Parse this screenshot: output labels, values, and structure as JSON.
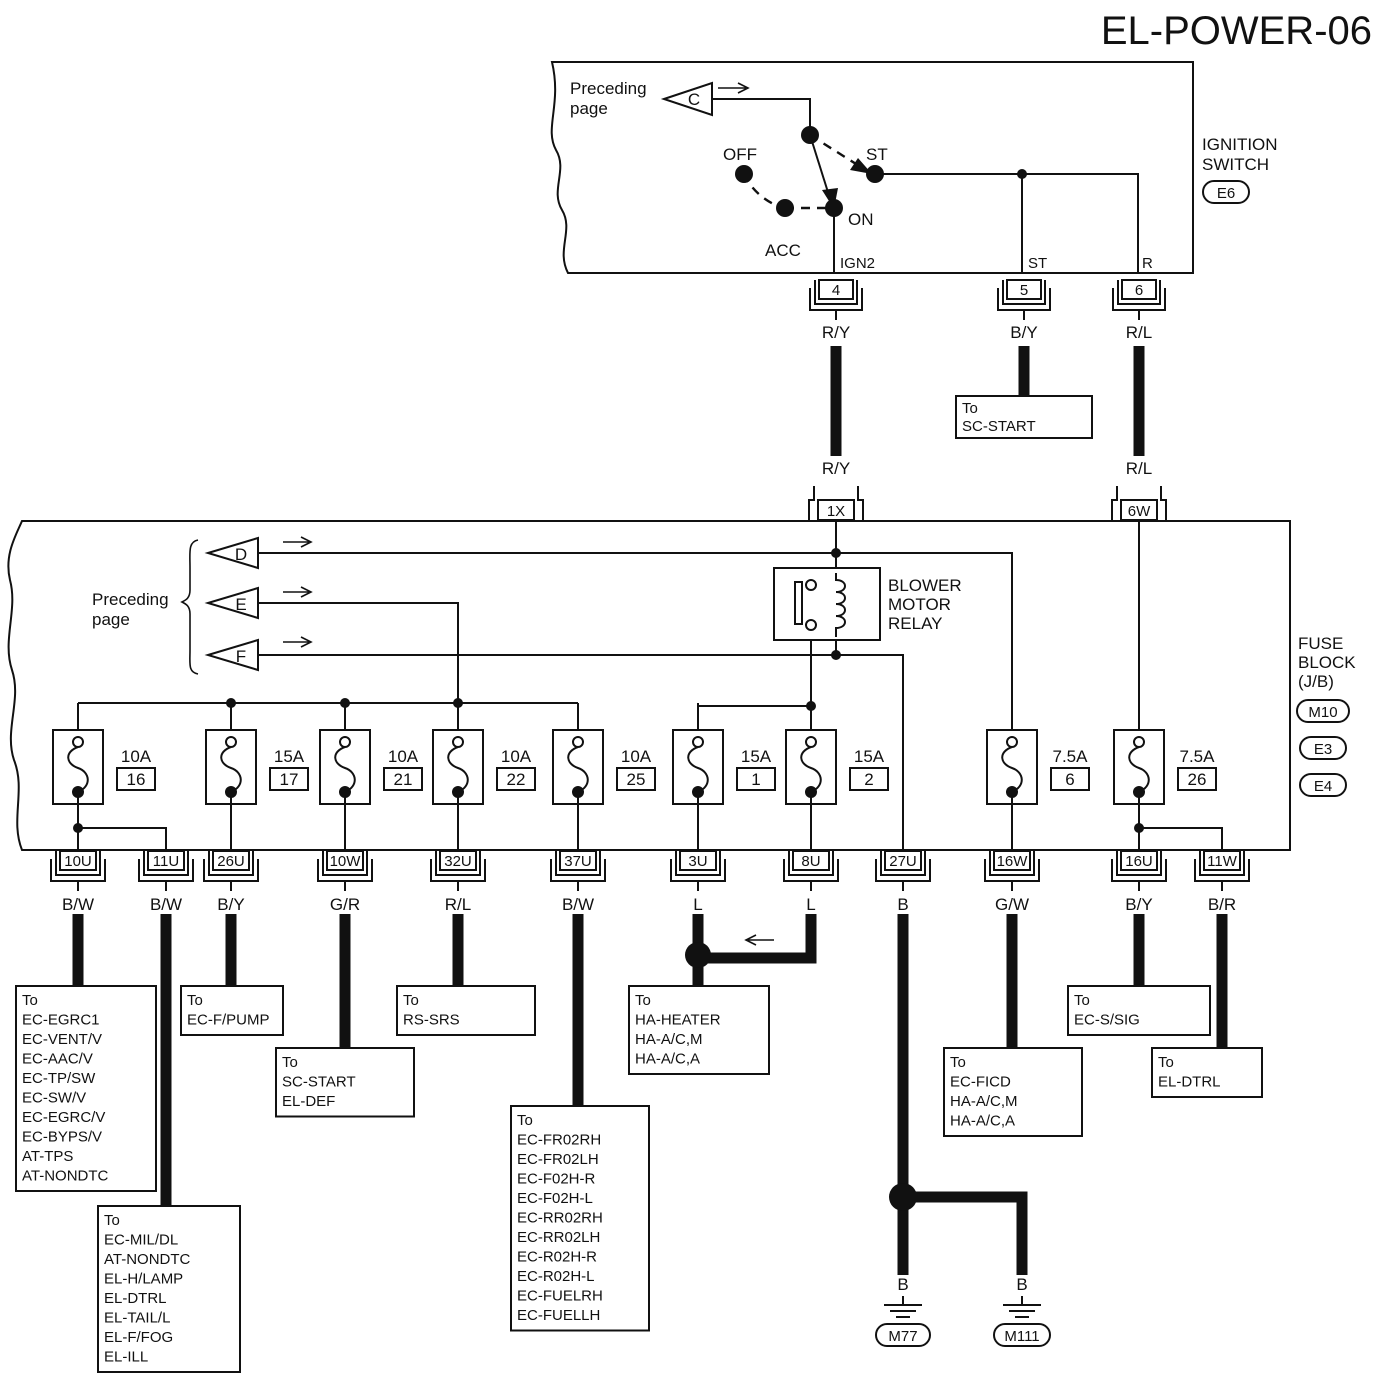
{
  "title": "EL-POWER-06",
  "ignition_switch": {
    "label_line1": "IGNITION",
    "label_line2": "SWITCH",
    "connector": "E6",
    "preceding_line1": "Preceding",
    "preceding_line2": "page",
    "link": "C",
    "positions": {
      "off": "OFF",
      "st": "ST",
      "on": "ON",
      "acc": "ACC"
    },
    "terminals": [
      {
        "id": "ign2",
        "label": "IGN2",
        "pin": "4",
        "wire_color": "R/Y"
      },
      {
        "id": "st",
        "label": "ST",
        "pin": "5",
        "wire_color": "B/Y"
      },
      {
        "id": "r",
        "label": "R",
        "pin": "6",
        "wire_color": "R/L"
      }
    ]
  },
  "to_sc_start": {
    "to": "To",
    "lines": [
      "SC-START"
    ]
  },
  "fuse_block_inputs": [
    {
      "id": "in1",
      "connector": "1X",
      "wire_color": "R/Y"
    },
    {
      "id": "in2",
      "connector": "6W",
      "wire_color": "R/L"
    }
  ],
  "fuse_block": {
    "label_line1": "FUSE",
    "label_line2": "BLOCK",
    "label_line3": "(J/B)",
    "connectors": [
      "M10",
      "E3",
      "E4"
    ],
    "preceding_line1": "Preceding",
    "preceding_line2": "page",
    "links": [
      "D",
      "E",
      "F"
    ]
  },
  "relay": {
    "line1": "BLOWER",
    "line2": "MOTOR",
    "line3": "RELAY"
  },
  "fuses": [
    {
      "amp": "10A",
      "num": "16"
    },
    {
      "amp": "15A",
      "num": "17"
    },
    {
      "amp": "10A",
      "num": "21"
    },
    {
      "amp": "10A",
      "num": "22"
    },
    {
      "amp": "10A",
      "num": "25"
    },
    {
      "amp": "15A",
      "num": "1"
    },
    {
      "amp": "15A",
      "num": "2"
    },
    {
      "amp": "7.5A",
      "num": "6"
    },
    {
      "amp": "7.5A",
      "num": "26"
    }
  ],
  "outputs": [
    {
      "connector": "10U",
      "wire_color": "B/W"
    },
    {
      "connector": "11U",
      "wire_color": "B/W"
    },
    {
      "connector": "26U",
      "wire_color": "B/Y"
    },
    {
      "connector": "10W",
      "wire_color": "G/R"
    },
    {
      "connector": "32U",
      "wire_color": "R/L"
    },
    {
      "connector": "37U",
      "wire_color": "B/W"
    },
    {
      "connector": "3U",
      "wire_color": "L"
    },
    {
      "connector": "8U",
      "wire_color": "L"
    },
    {
      "connector": "27U",
      "wire_color": "B"
    },
    {
      "connector": "16W",
      "wire_color": "G/W"
    },
    {
      "connector": "16U",
      "wire_color": "B/Y"
    },
    {
      "connector": "11W",
      "wire_color": "B/R"
    }
  ],
  "destinations": [
    {
      "id": "egr",
      "to": "To",
      "lines": [
        "EC-EGRC1",
        "EC-VENT/V",
        "EC-AAC/V",
        "EC-TP/SW",
        "EC-SW/V",
        "EC-EGRC/V",
        "EC-BYPS/V",
        "AT-TPS",
        "AT-NONDTC"
      ]
    },
    {
      "id": "mil",
      "to": "To",
      "lines": [
        "EC-MIL/DL",
        "AT-NONDTC",
        "EL-H/LAMP",
        "EL-DTRL",
        "EL-TAIL/L",
        "EL-F/FOG",
        "EL-ILL"
      ]
    },
    {
      "id": "fpump",
      "to": "To",
      "lines": [
        "EC-F/PUMP"
      ]
    },
    {
      "id": "scstart2",
      "to": "To",
      "lines": [
        "SC-START",
        "EL-DEF"
      ]
    },
    {
      "id": "srs",
      "to": "To",
      "lines": [
        "RS-SRS"
      ]
    },
    {
      "id": "o2",
      "to": "To",
      "lines": [
        "EC-FR02RH",
        "EC-FR02LH",
        "EC-F02H-R",
        "EC-F02H-L",
        "EC-RR02RH",
        "EC-RR02LH",
        "EC-R02H-R",
        "EC-R02H-L",
        "EC-FUELRH",
        "EC-FUELLH"
      ]
    },
    {
      "id": "heater",
      "to": "To",
      "lines": [
        "HA-HEATER",
        "HA-A/C,M",
        "HA-A/C,A"
      ]
    },
    {
      "id": "ficd",
      "to": "To",
      "lines": [
        "EC-FICD",
        "HA-A/C,M",
        "HA-A/C,A"
      ]
    },
    {
      "id": "ssig",
      "to": "To",
      "lines": [
        "EC-S/SIG"
      ]
    },
    {
      "id": "dtrl",
      "to": "To",
      "lines": [
        "EL-DTRL"
      ]
    }
  ],
  "grounds": [
    {
      "wire_color": "B",
      "connector": "M77"
    },
    {
      "wire_color": "B",
      "connector": "M111"
    }
  ]
}
